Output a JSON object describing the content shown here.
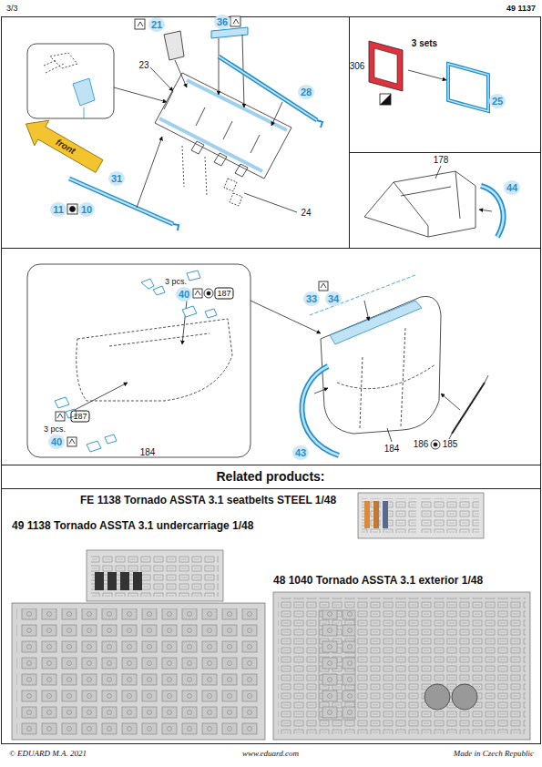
{
  "diagram": {
    "labels": [
      "3/3",
      "49 1137",
      "21",
      "36",
      "23",
      "28",
      "11",
      "10",
      "front",
      "31",
      "24",
      "306",
      "3 sets",
      "25",
      "178",
      "44",
      "3 pcs.",
      "40",
      "187",
      "33",
      "34",
      "187",
      "3 pcs.",
      "40",
      "184",
      "184",
      "43",
      "186",
      "185",
      "Related products:",
      "FE 1138 Tornado ASSTA 3.1 seatbelts STEEL 1/48",
      "49 1138 Tornado ASSTA 3.1 undercarriage 1/48",
      "48 1040 Tornado ASSTA 3.1 exterior 1/48",
      "© EDUARD M.A. 2021",
      "www.eduard.com",
      "Made in Czech Republic"
    ]
  }
}
